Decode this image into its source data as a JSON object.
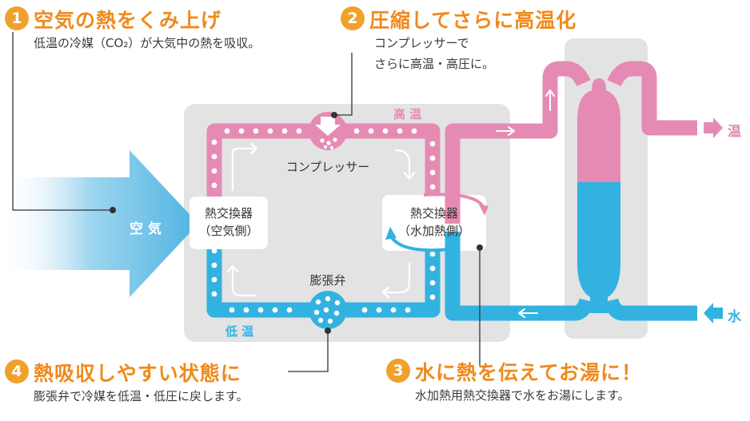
{
  "callouts": [
    {
      "num": "1",
      "title": "空気の熱をくみ上げ",
      "body": [
        "低温の冷媒（CO₂）が大気中の熱を吸収。"
      ]
    },
    {
      "num": "2",
      "title": "圧縮してさらに高温化",
      "body": [
        "コンプレッサーで",
        "さらに高温・高圧に。"
      ]
    },
    {
      "num": "3",
      "title": "水に熱を伝えてお湯に！",
      "body": [
        "水加熱用熱交換器で水をお湯にします。"
      ]
    },
    {
      "num": "4",
      "title": "熱吸収しやすい状態に",
      "body": [
        "膨張弁で冷媒を低温・低圧に戻します。"
      ]
    }
  ],
  "components": {
    "air": "空 気",
    "air_hx": [
      "熱交換器",
      "（空気側）"
    ],
    "compressor": "コンプレッサー",
    "water_hx": [
      "熱交換器",
      "（水加熱側）"
    ],
    "expansion_valve": "膨張弁",
    "high_temp": "高 温",
    "low_temp": "低 温",
    "hot_out": "温",
    "water_in": "水"
  },
  "colors": {
    "hot": "#e58bb3",
    "cold": "#32b2e1",
    "accent": "#f0a12c",
    "title": "#ef8a1c",
    "unit_bg": "#e3e3e3",
    "air_arrow": "#5fb9e3"
  }
}
